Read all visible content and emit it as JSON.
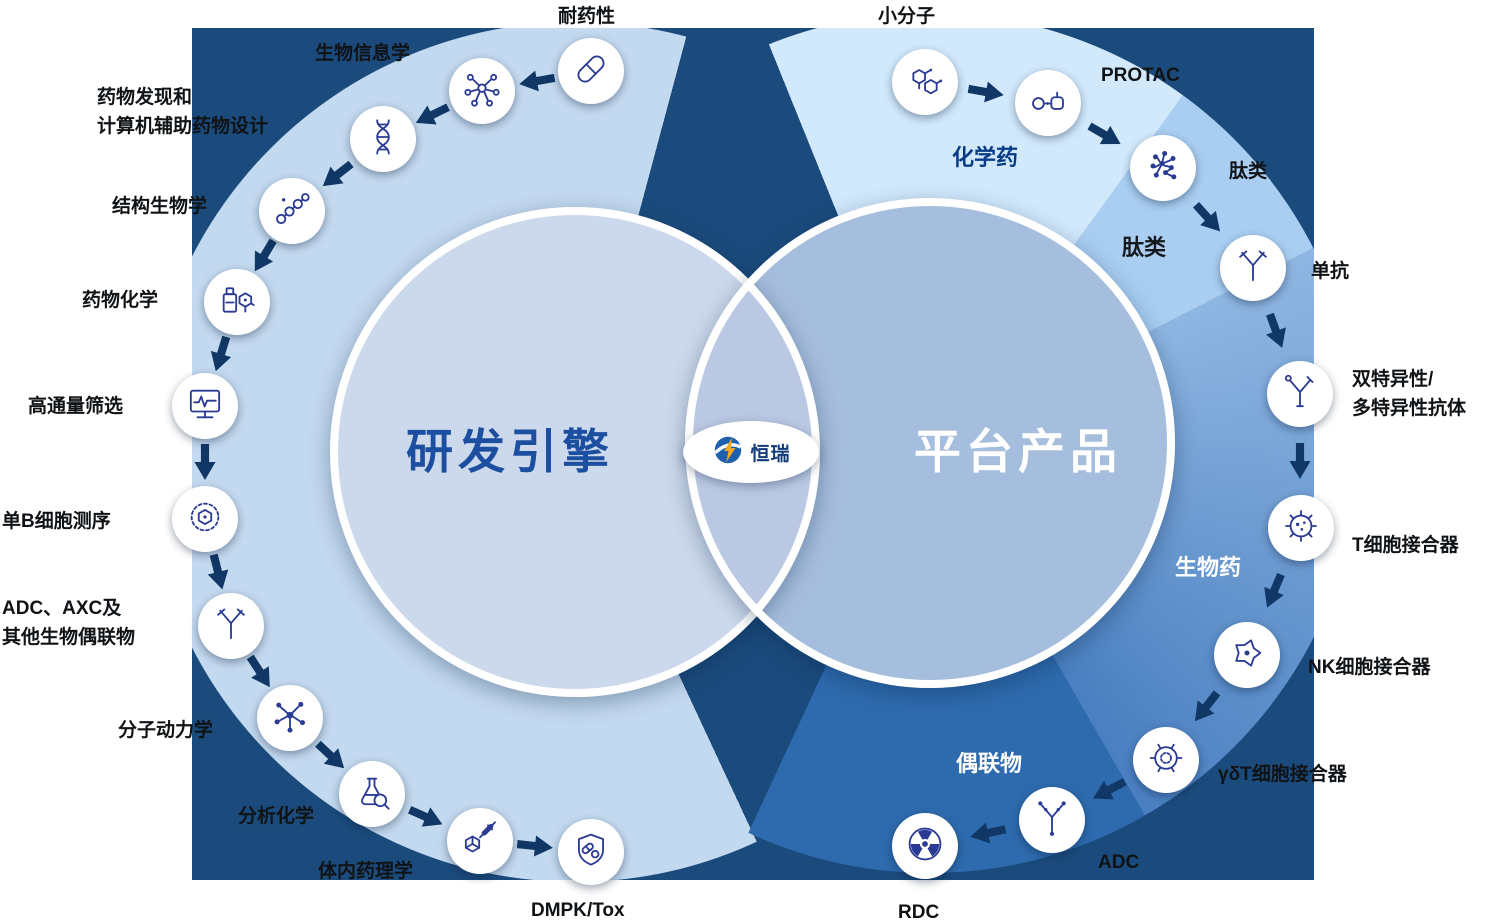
{
  "diagram": {
    "panel_color": "#1B4B7D",
    "logo_text": "恒瑞",
    "left_circle": {
      "title": "研发引擎",
      "items": [
        {
          "label": "耐药性",
          "icon": "pill-icon"
        },
        {
          "label": "生物信息学",
          "icon": "bioinformatics-network-icon"
        },
        {
          "label": "药物发现和\n计算机辅助药物设计",
          "icon": "dna-icon"
        },
        {
          "label": "结构生物学",
          "icon": "molecule-chain-icon"
        },
        {
          "label": "药物化学",
          "icon": "medicine-bottle-molecule-icon"
        },
        {
          "label": "高通量筛选",
          "icon": "screening-monitor-icon"
        },
        {
          "label": "单B细胞测序",
          "icon": "b-cell-icon"
        },
        {
          "label": "ADC、AXC及\n其他生物偶联物",
          "icon": "antibody-icon"
        },
        {
          "label": "分子动力学",
          "icon": "molecular-dynamics-icon"
        },
        {
          "label": "分析化学",
          "icon": "flask-magnifier-icon"
        },
        {
          "label": "体内药理学",
          "icon": "compound-syringe-icon"
        },
        {
          "label": "DMPK/Tox",
          "icon": "shield-pills-icon"
        }
      ]
    },
    "right_circle": {
      "title": "平台产品",
      "items": [
        {
          "label": "小分子",
          "icon": "small-molecule-icon"
        },
        {
          "label": "PROTAC",
          "icon": "protac-link-icon"
        },
        {
          "label": "肽类",
          "icon": "peptide-beads-icon"
        },
        {
          "label": "单抗",
          "icon": "monoclonal-antibody-icon"
        },
        {
          "label": "双特异性/\n多特异性抗体",
          "icon": "bispecific-antibody-icon"
        },
        {
          "label": "T细胞接合器",
          "icon": "t-cell-engager-icon"
        },
        {
          "label": "NK细胞接合器",
          "icon": "nk-cell-engager-icon"
        },
        {
          "label": "γδT细胞接合器",
          "icon": "gdt-cell-engager-icon"
        },
        {
          "label": "ADC",
          "icon": "adc-antibody-icon"
        },
        {
          "label": "RDC",
          "icon": "radiation-icon"
        }
      ]
    },
    "wedges": [
      {
        "label": "化学药",
        "color": "#D2E9FC",
        "text_color": "#0A3C86"
      },
      {
        "label": "肽类",
        "color": "#A9CEF1",
        "text_color": "#15181C"
      },
      {
        "label": "生物药",
        "color": "#4A80C1",
        "text_color": "#FFFFFF"
      },
      {
        "label": "偶联物",
        "color": "#2E6BAE",
        "text_color": "#FFFFFF"
      }
    ],
    "colors": {
      "left_circle_fill": "#CCD9EC",
      "right_circle_fill": "#A6BEDD",
      "overlap_fill": "#BAC8E3",
      "crescent_fill": "#C3D9EF",
      "arrow_color": "#103765",
      "left_title_color": "#1C4FA0",
      "icon_line_color": "#2B3B94"
    }
  }
}
